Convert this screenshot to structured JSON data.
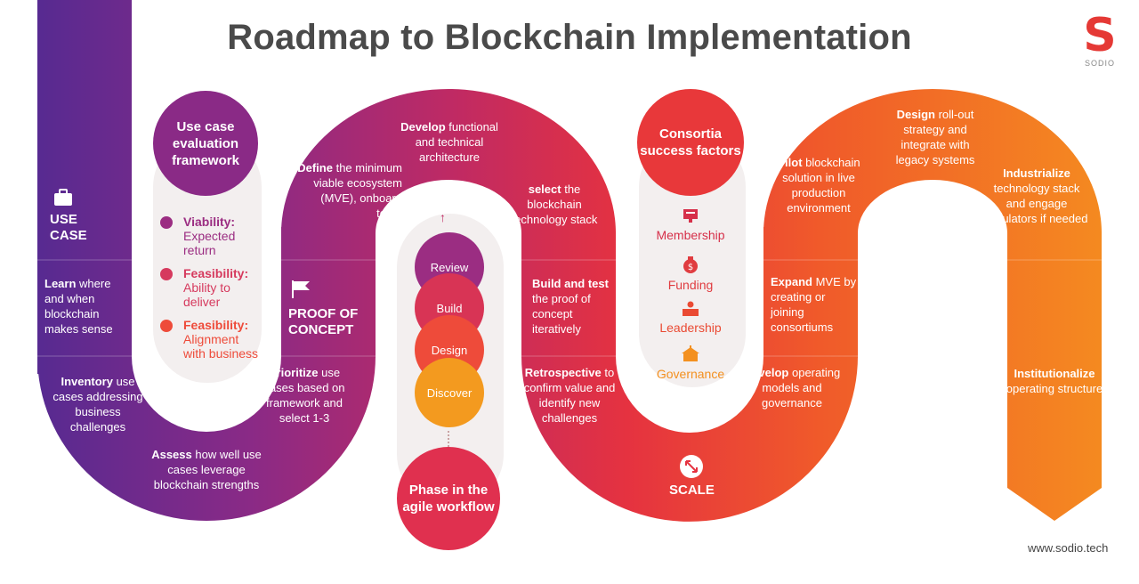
{
  "title": "Roadmap to Blockchain Implementation",
  "logo": {
    "letter": "S",
    "name": "SODIO"
  },
  "footer": "www.sodio.tech",
  "stages": {
    "use_case": {
      "line1": "USE",
      "line2": "CASE"
    },
    "proof": {
      "line1": "PROOF OF",
      "line2": "CONCEPT"
    },
    "scale": {
      "label": "SCALE"
    }
  },
  "steps": {
    "learn": {
      "bold": "Learn",
      "rest": " where and when blockchain makes sense"
    },
    "inventory": {
      "bold": "Inventory",
      "rest": " use cases addressing business challenges"
    },
    "assess": {
      "bold": "Assess",
      "rest": " how well use cases leverage blockchain strengths"
    },
    "prioritize": {
      "bold": "Prioritize",
      "rest": " use cases based on framework and select 1-3"
    },
    "define": {
      "bold": "Define",
      "rest": " the minimum viable ecosystem (MVE), onboard team"
    },
    "develop_arch": {
      "bold": "Develop",
      "rest": " functional and technical architecture"
    },
    "select": {
      "bold": "select",
      "rest": " the blockchain technology stack"
    },
    "build_test": {
      "bold": "Build and test",
      "rest": " the proof of concept iteratively"
    },
    "retro": {
      "bold": "Retrospective",
      "rest": " to confirm value and identify new challenges"
    },
    "develop_ops": {
      "bold": "Develop",
      "rest": " operating models and governance"
    },
    "expand": {
      "bold": "Expand",
      "rest": " MVE by creating or joining consortiums"
    },
    "pilot": {
      "bold": "Pilot",
      "rest": " blockchain solution in live production environment"
    },
    "design": {
      "bold": "Design",
      "rest": " roll-out strategy and integrate with legacy systems"
    },
    "industrialize": {
      "bold": "Industrialize",
      "rest": " technology stack and engage regulators if needed"
    },
    "institutionalize": {
      "bold": "Institutionalize",
      "rest": " operating structure"
    }
  },
  "evaluation": {
    "heading": "Use case evaluation framework",
    "criteria": [
      {
        "title": "Viability:",
        "text": "Expected return",
        "color": "#9b2d82"
      },
      {
        "title": "Feasibility:",
        "text": "Ability to deliver",
        "color": "#d63a5e"
      },
      {
        "title": "Feasibility:",
        "text": "Alignment with business",
        "color": "#ee4b3a"
      }
    ]
  },
  "agile": {
    "heading": "Phase in the agile workflow",
    "phases": [
      "Review",
      "Build",
      "Design",
      "Discover"
    ]
  },
  "consortia": {
    "heading": "Consortia success factors",
    "factors": [
      {
        "label": "Membership",
        "icon": "membership-icon"
      },
      {
        "label": "Funding",
        "icon": "money-bag-icon"
      },
      {
        "label": "Leadership",
        "icon": "leadership-icon"
      },
      {
        "label": "Governance",
        "icon": "governance-icon"
      }
    ]
  },
  "colors": {
    "purple": "#5b2d90",
    "magenta": "#9b2d82",
    "crimson": "#d8314c",
    "red": "#ea3b37",
    "orange": "#f3701f",
    "amber": "#f59a23"
  }
}
